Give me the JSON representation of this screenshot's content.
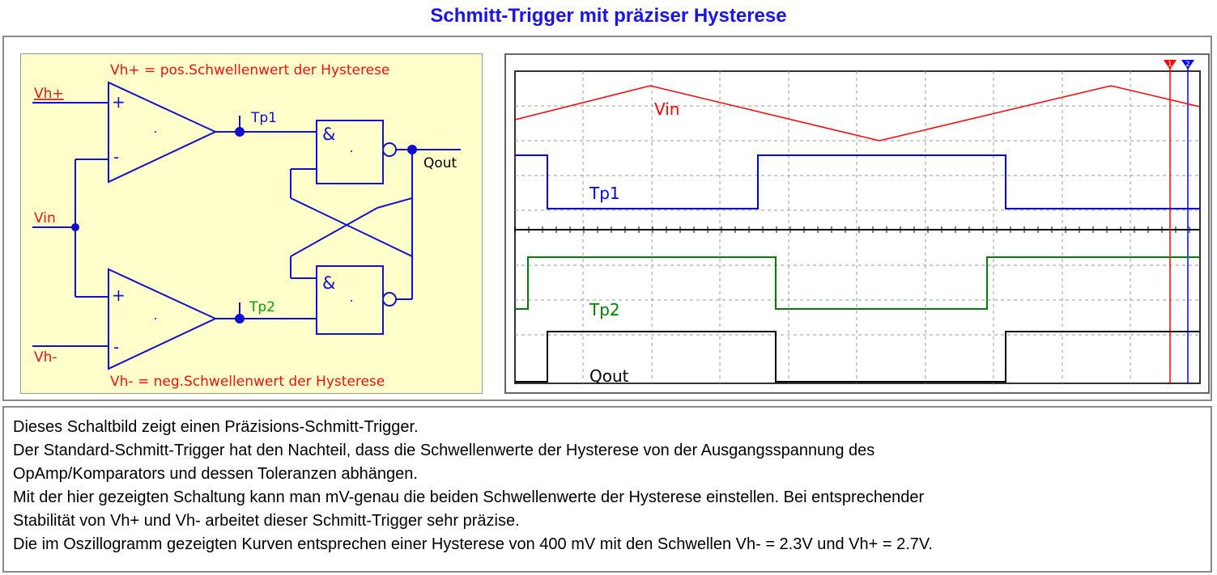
{
  "title": "Schmitt-Trigger mit präziser Hysterese",
  "schematic": {
    "label_vh_plus_note": "Vh+ = pos.Schwellenwert der Hysterese",
    "label_vh_minus_note": "Vh- = neg.Schwellenwert der Hysterese",
    "label_vh_plus": "Vh+",
    "label_vin": "Vin",
    "label_vh_minus": "Vh-",
    "label_tp1": "Tp1",
    "label_tp2": "Tp2",
    "label_qout": "Qout",
    "opamp_plus": "+",
    "opamp_minus": "-",
    "gate_symbol": "&"
  },
  "scope": {
    "marker_1": "1",
    "marker_2": "2",
    "traces": [
      {
        "name": "Vin",
        "color": "#ff0000"
      },
      {
        "name": "Tp1",
        "color": "#0000ff"
      },
      {
        "name": "Tp2",
        "color": "#008000"
      },
      {
        "name": "Qout",
        "color": "#000000"
      }
    ]
  },
  "description": [
    "Dieses Schaltbild zeigt einen Präzisions-Schmitt-Trigger.",
    "Der Standard-Schmitt-Trigger hat den Nachteil, dass die Schwellenwerte der Hysterese von der Ausgangsspannung des",
    "OpAmp/Komparators und dessen Toleranzen abhängen.",
    "Mit der hier gezeigten Schaltung kann man mV-genau die beiden Schwellenwerte der Hysterese einstellen. Bei entsprechender",
    "Stabilität von Vh+ und Vh- arbeitet dieser Schmitt-Trigger sehr präzise.",
    "Die im Oszillogramm gezeigten Kurven entsprechen einer Hysterese von 400 mV mit den Schwellen Vh- = 2.3V und Vh+ = 2.7V."
  ]
}
